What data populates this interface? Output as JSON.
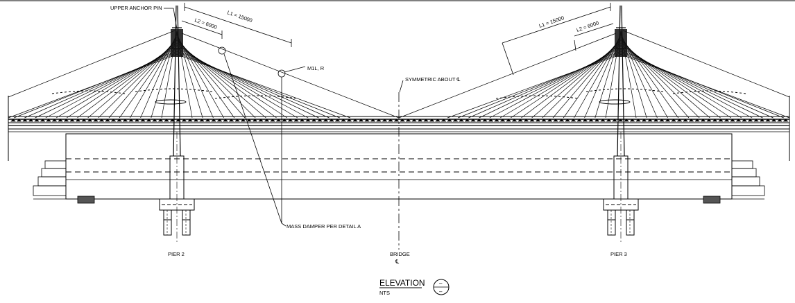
{
  "labels": {
    "upper_anchor_pin": "UPPER ANCHOR PIN",
    "l1_left": "L1 = 15000",
    "l2_left": "L2 = 6000",
    "l1_right": "L1 = 15000",
    "l2_right": "L2 = 6000",
    "m1l_r": "M1L, R",
    "symmetric_about": "SYMMETRIC ABOUT ℄",
    "mass_damper": "MASS DAMPER PER DETAIL A",
    "pier_2": "PIER 2",
    "pier_3": "PIER 3",
    "bridge": "BRIDGE",
    "centerline_symbol": "℄"
  },
  "title": {
    "main": "ELEVATION",
    "scale": "NTS",
    "detail_symbol": "–"
  },
  "colors": {
    "line": "#000000",
    "background": "#ffffff"
  }
}
